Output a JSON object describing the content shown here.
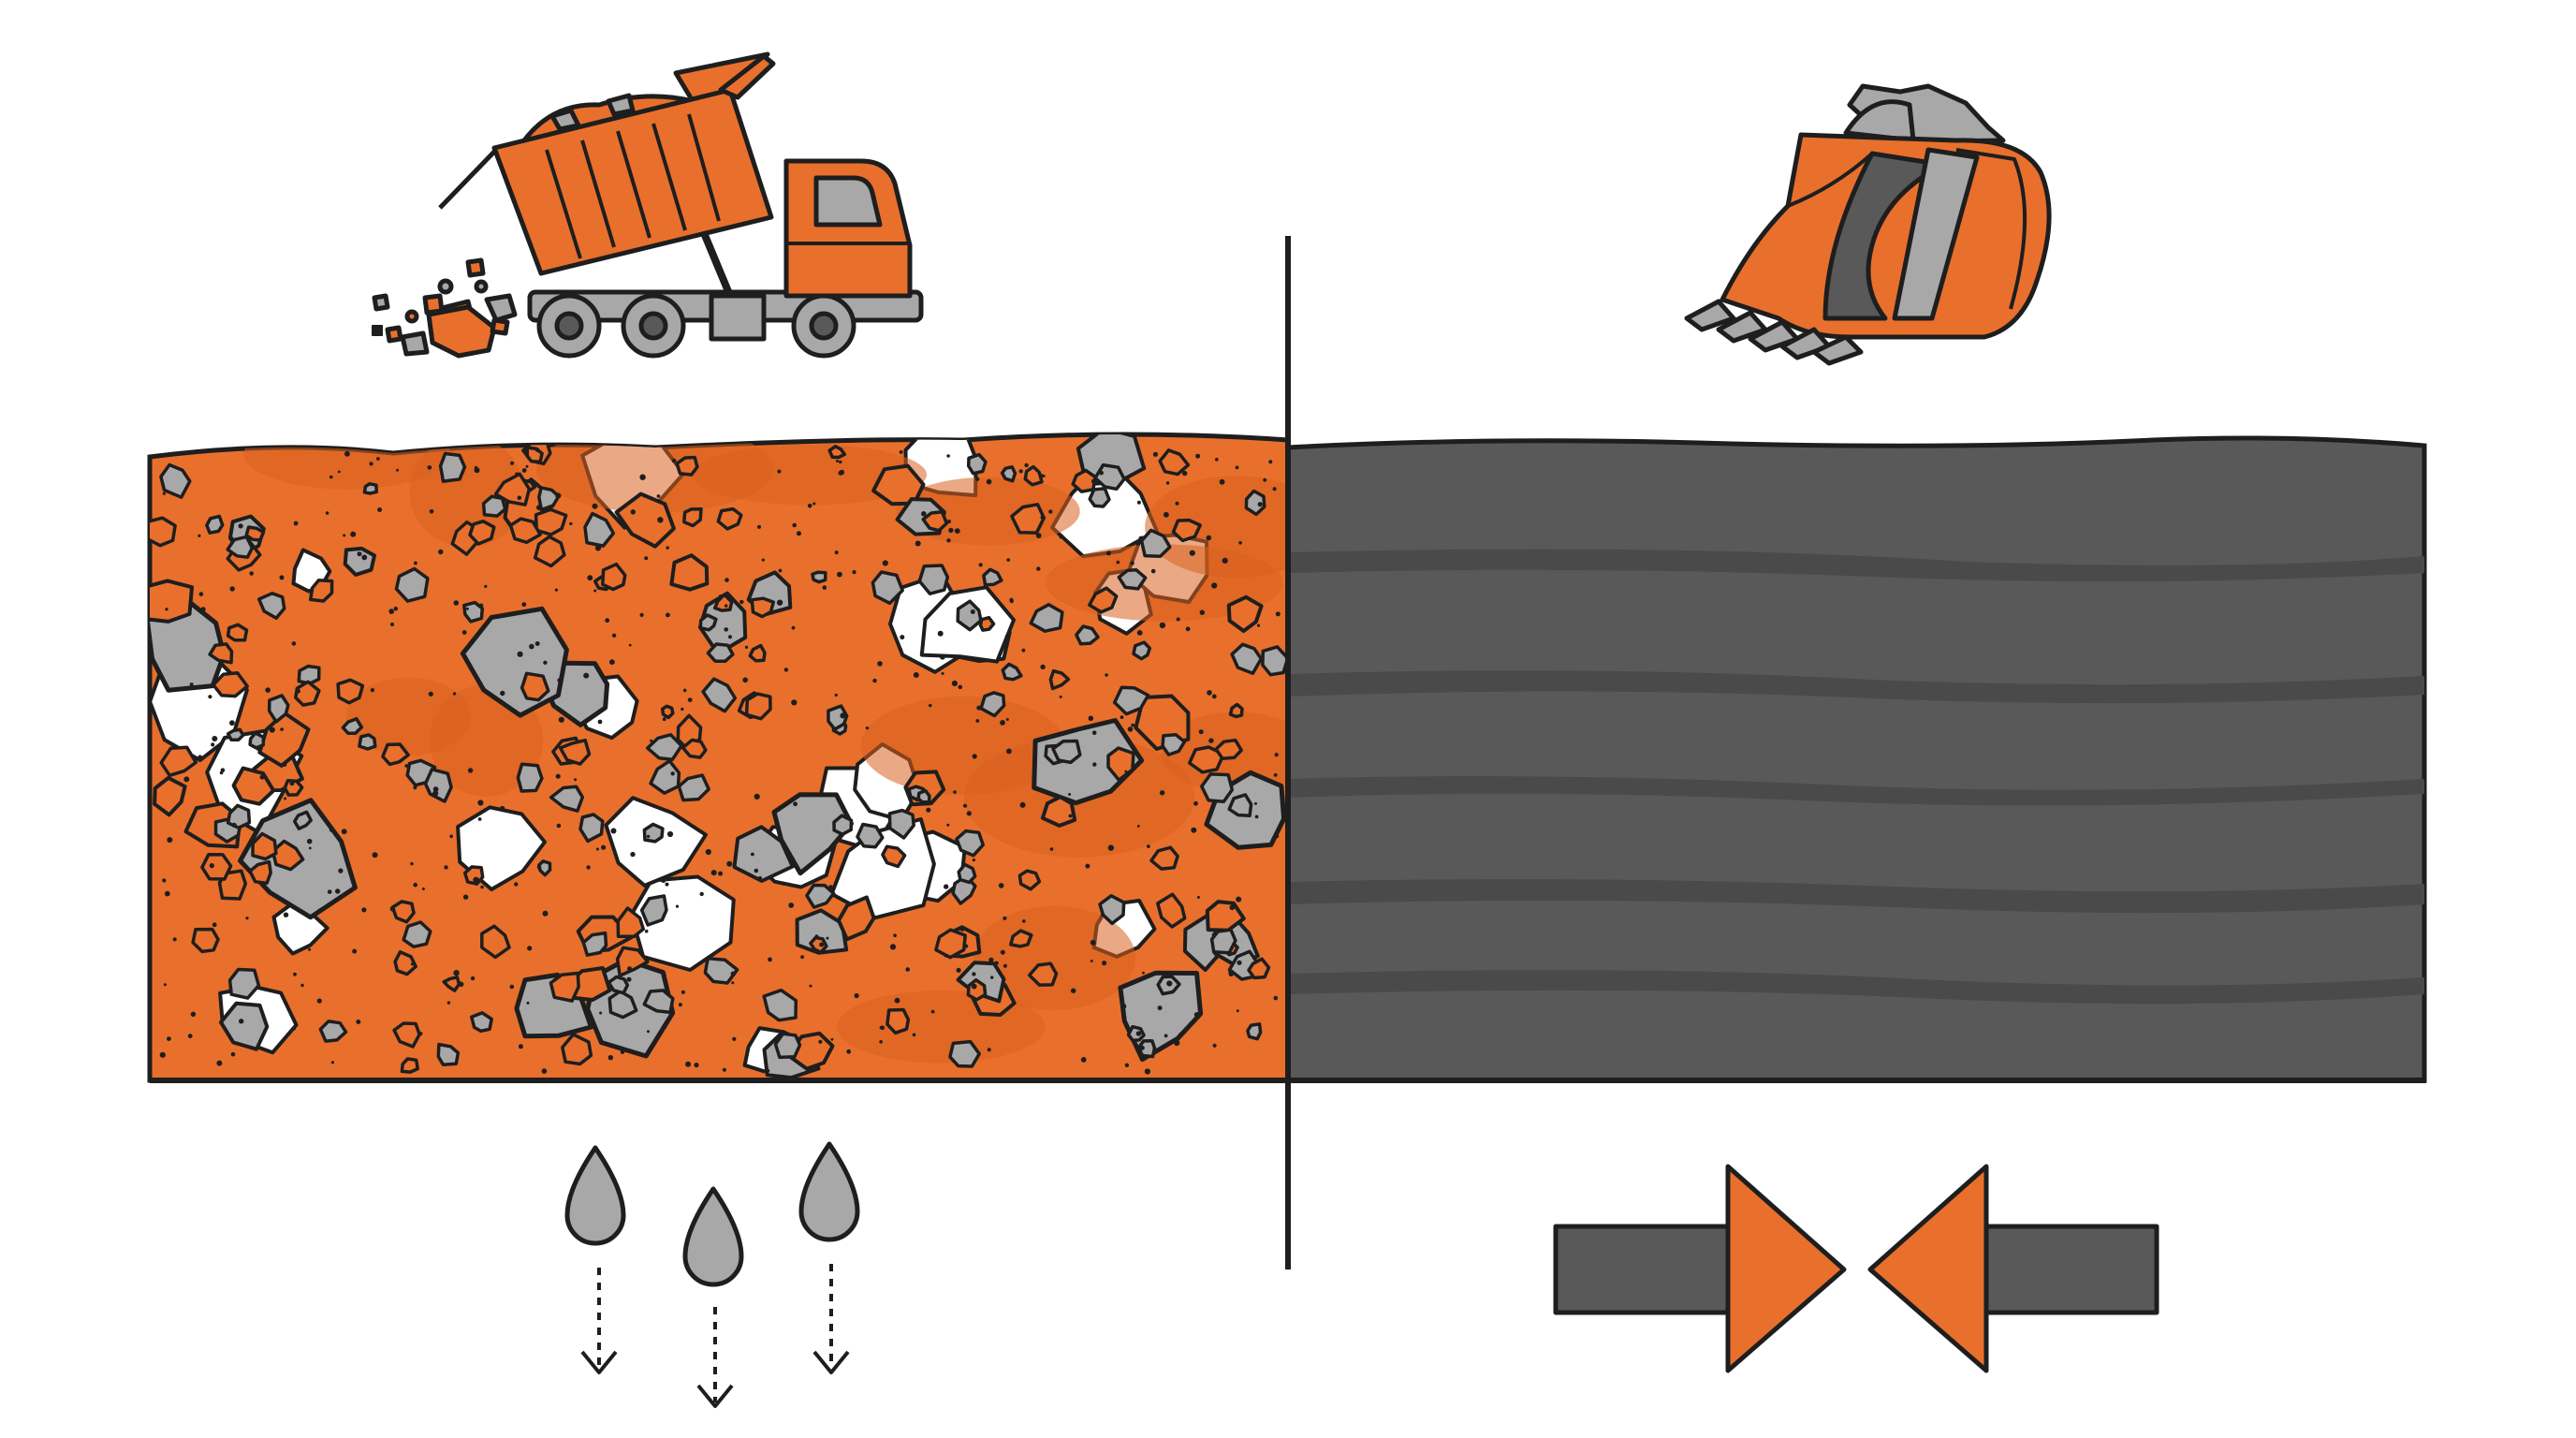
{
  "diagram": {
    "left_panel": {
      "material": "loose-fill",
      "icon": "dump-truck-icon",
      "lower_icon": "water-drops-draining-icon",
      "drop_count": 3
    },
    "right_panel": {
      "material": "compacted-soil",
      "icon": "excavator-bucket-icon",
      "lower_icon": "compression-arrows-icon"
    },
    "colors": {
      "orange": "#e8702c",
      "orange_dark": "#d8601f",
      "gray_stone": "#a8a8a8",
      "gray_dark_soil": "#595959",
      "gray_soil_stripe": "#4a4a4a",
      "outline": "#1e1e1e",
      "background": "#ffffff"
    }
  }
}
